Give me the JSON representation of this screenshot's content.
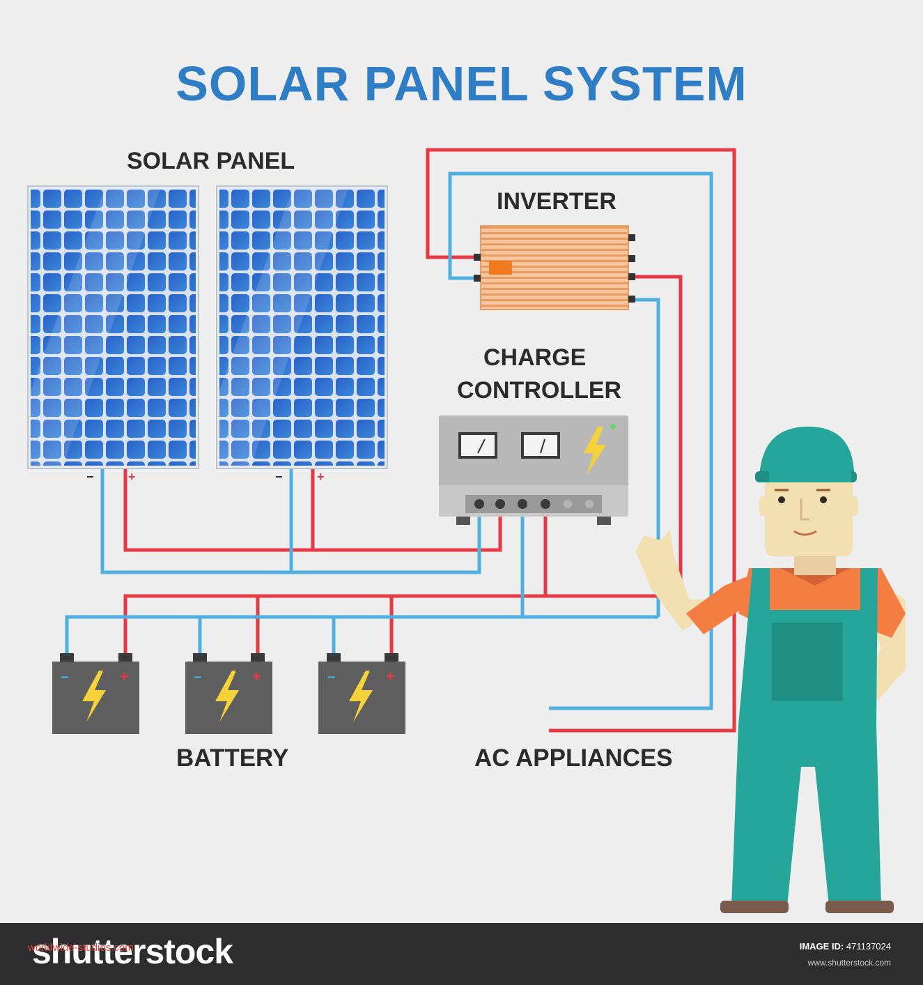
{
  "title": "SOLAR PANEL SYSTEM",
  "labels": {
    "solar_panel": "SOLAR PANEL",
    "inverter": "INVERTER",
    "charge_controller_line1": "CHARGE",
    "charge_controller_line2": "CONTROLLER",
    "battery": "BATTERY",
    "ac_appliances": "AC APPLIANCES"
  },
  "terminals": {
    "negative": "−",
    "positive": "+"
  },
  "colors": {
    "title": "#2f7dc4",
    "positive_wire": "#e63946",
    "negative_wire": "#4fb0e0",
    "panel_cell": "#2e6fd0",
    "inverter": "#f5b98a",
    "controller": "#a9a9a9",
    "battery": "#5e5e5e",
    "bolt": "#f5d23a",
    "worker_overalls": "#26a69a",
    "worker_shirt": "#f47d42"
  },
  "footer": {
    "brand": "shutterstock",
    "site_watermark": "worldwide-studios.com",
    "image_id_label": "IMAGE ID:",
    "image_id": "471137024",
    "url": "www.shutterstock.com"
  }
}
